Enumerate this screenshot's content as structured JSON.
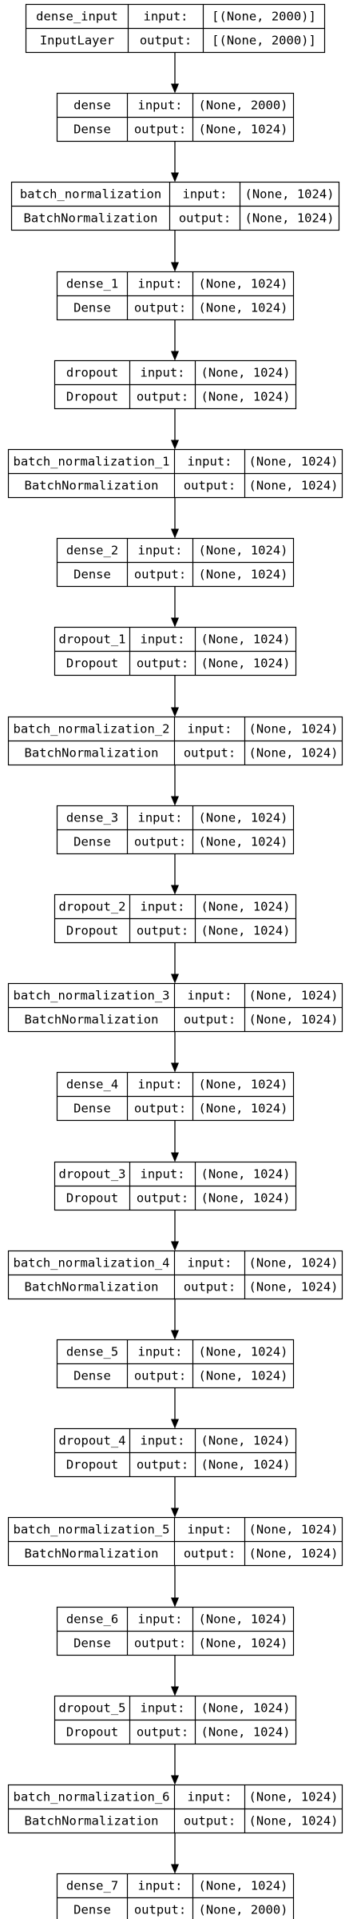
{
  "port_labels": {
    "input": "input:",
    "output": "output:"
  },
  "layers": [
    {
      "name": "dense_input",
      "type": "InputLayer",
      "input": "[(None, 2000)]",
      "output": "[(None, 2000)]"
    },
    {
      "name": "dense",
      "type": "Dense",
      "input": "(None, 2000)",
      "output": "(None, 1024)"
    },
    {
      "name": "batch_normalization",
      "type": "BatchNormalization",
      "input": "(None, 1024)",
      "output": "(None, 1024)"
    },
    {
      "name": "dense_1",
      "type": "Dense",
      "input": "(None, 1024)",
      "output": "(None, 1024)"
    },
    {
      "name": "dropout",
      "type": "Dropout",
      "input": "(None, 1024)",
      "output": "(None, 1024)"
    },
    {
      "name": "batch_normalization_1",
      "type": "BatchNormalization",
      "input": "(None, 1024)",
      "output": "(None, 1024)"
    },
    {
      "name": "dense_2",
      "type": "Dense",
      "input": "(None, 1024)",
      "output": "(None, 1024)"
    },
    {
      "name": "dropout_1",
      "type": "Dropout",
      "input": "(None, 1024)",
      "output": "(None, 1024)"
    },
    {
      "name": "batch_normalization_2",
      "type": "BatchNormalization",
      "input": "(None, 1024)",
      "output": "(None, 1024)"
    },
    {
      "name": "dense_3",
      "type": "Dense",
      "input": "(None, 1024)",
      "output": "(None, 1024)"
    },
    {
      "name": "dropout_2",
      "type": "Dropout",
      "input": "(None, 1024)",
      "output": "(None, 1024)"
    },
    {
      "name": "batch_normalization_3",
      "type": "BatchNormalization",
      "input": "(None, 1024)",
      "output": "(None, 1024)"
    },
    {
      "name": "dense_4",
      "type": "Dense",
      "input": "(None, 1024)",
      "output": "(None, 1024)"
    },
    {
      "name": "dropout_3",
      "type": "Dropout",
      "input": "(None, 1024)",
      "output": "(None, 1024)"
    },
    {
      "name": "batch_normalization_4",
      "type": "BatchNormalization",
      "input": "(None, 1024)",
      "output": "(None, 1024)"
    },
    {
      "name": "dense_5",
      "type": "Dense",
      "input": "(None, 1024)",
      "output": "(None, 1024)"
    },
    {
      "name": "dropout_4",
      "type": "Dropout",
      "input": "(None, 1024)",
      "output": "(None, 1024)"
    },
    {
      "name": "batch_normalization_5",
      "type": "BatchNormalization",
      "input": "(None, 1024)",
      "output": "(None, 1024)"
    },
    {
      "name": "dense_6",
      "type": "Dense",
      "input": "(None, 1024)",
      "output": "(None, 1024)"
    },
    {
      "name": "dropout_5",
      "type": "Dropout",
      "input": "(None, 1024)",
      "output": "(None, 1024)"
    },
    {
      "name": "batch_normalization_6",
      "type": "BatchNormalization",
      "input": "(None, 1024)",
      "output": "(None, 1024)"
    },
    {
      "name": "dense_7",
      "type": "Dense",
      "input": "(None, 1024)",
      "output": "(None, 2000)"
    }
  ]
}
